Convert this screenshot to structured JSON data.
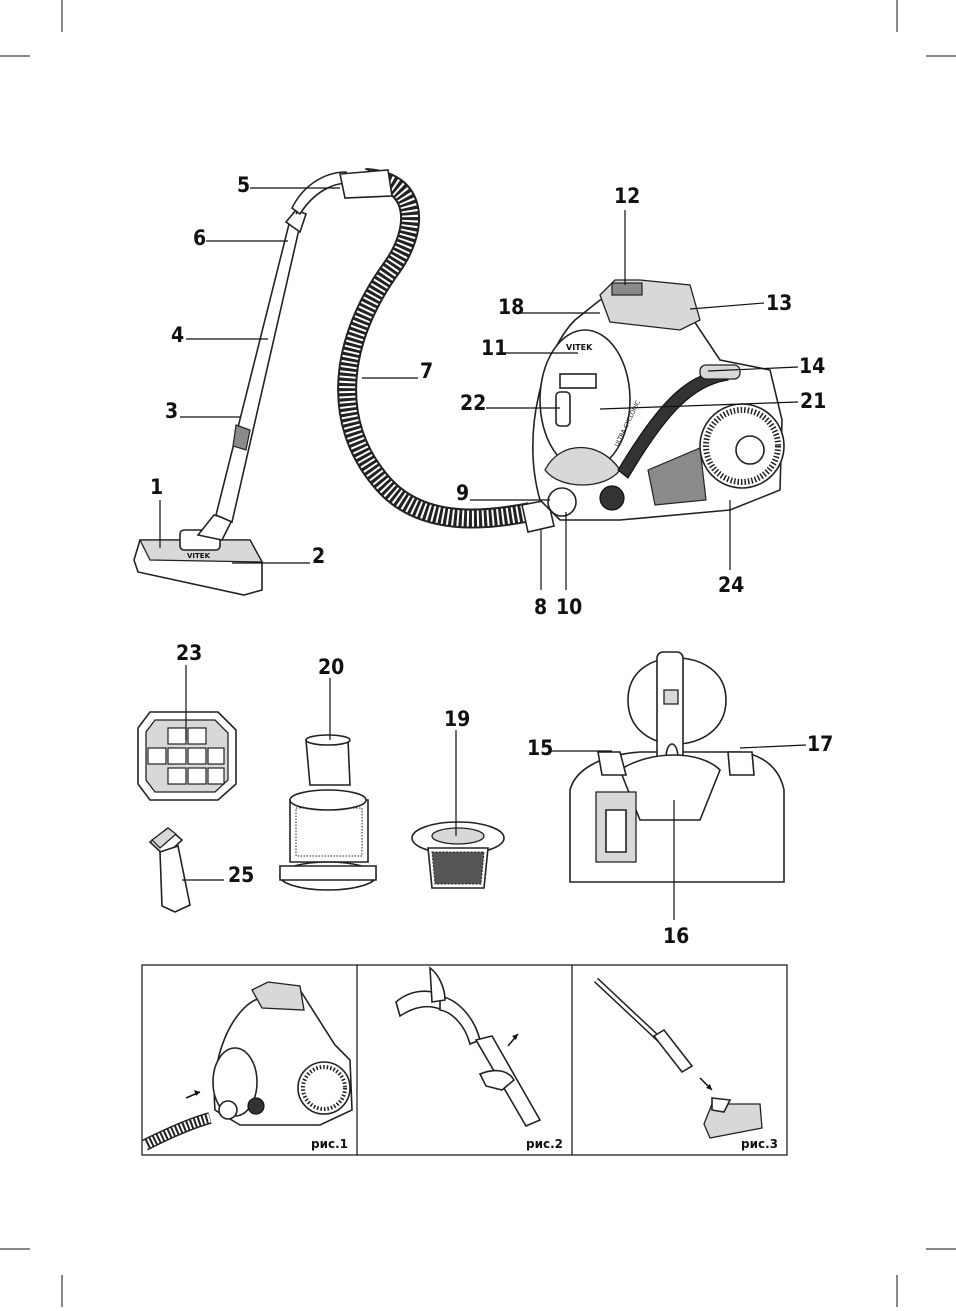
{
  "callouts": {
    "c1": "1",
    "c2": "2",
    "c3": "3",
    "c4": "4",
    "c5": "5",
    "c6": "6",
    "c7": "7",
    "c8": "8",
    "c9": "9",
    "c10": "10",
    "c11": "11",
    "c12": "12",
    "c13": "13",
    "c14": "14",
    "c15": "15",
    "c16": "16",
    "c17": "17",
    "c18": "18",
    "c19": "19",
    "c20": "20",
    "c21": "21",
    "c22": "22",
    "c23": "23",
    "c24": "24",
    "c25": "25"
  },
  "product_print": {
    "brand": "VITEK",
    "panel_text": "ULTRA CYCLONIC"
  },
  "figures": [
    {
      "caption": "рис.1"
    },
    {
      "caption": "рис.2"
    },
    {
      "caption": "рис.3"
    }
  ]
}
